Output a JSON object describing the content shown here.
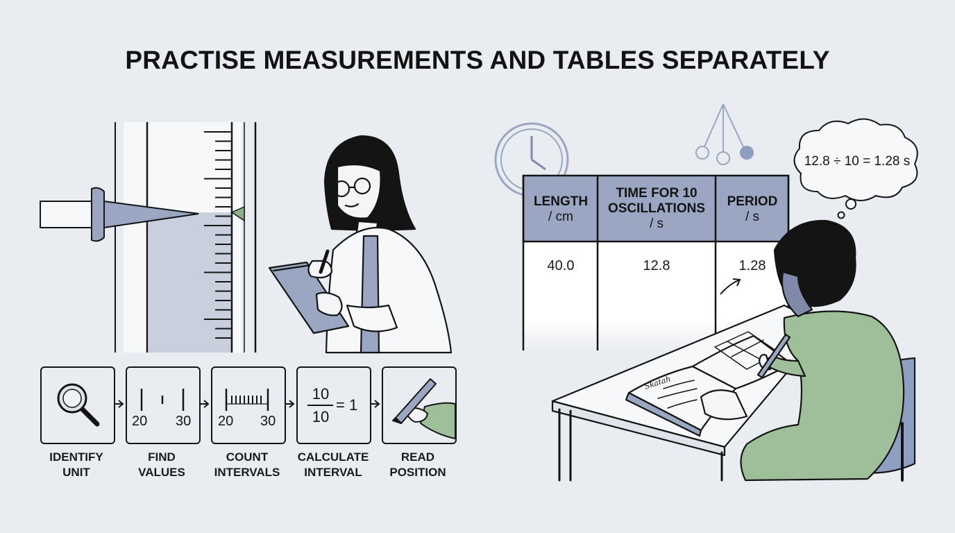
{
  "title": "PRACTISE MEASUREMENTS AND TABLES SEPARATELY",
  "steps": [
    {
      "line1": "IDENTIFY",
      "line2": "UNIT",
      "icon": "magnifier-icon"
    },
    {
      "line1": "FIND",
      "line2": "VALUES",
      "icon": "scale-values-icon",
      "tick_left": "20",
      "tick_right": "30"
    },
    {
      "line1": "COUNT",
      "line2": "INTERVALS",
      "icon": "scale-intervals-icon",
      "tick_left": "20",
      "tick_right": "30"
    },
    {
      "line1": "CALCULATE",
      "line2": "INTERVAL",
      "icon": "fraction-icon",
      "numerator": "10",
      "denominator": "10",
      "result": "= 1"
    },
    {
      "line1": "READ",
      "line2": "POSITION",
      "icon": "hand-pencil-icon"
    }
  ],
  "table": {
    "headers": [
      {
        "name": "LENGTH",
        "unit": "/ cm"
      },
      {
        "name": "TIME FOR 10 OSCILLATIONS",
        "line1": "TIME FOR 10",
        "line2": "OSCILLATIONS",
        "unit": "/ s"
      },
      {
        "name": "PERIOD",
        "unit": "/ s"
      }
    ],
    "row": [
      "40.0",
      "12.8",
      "1.28"
    ]
  },
  "thought_bubble": "12.8 ÷ 10 = 1.28 s",
  "notebook_writing": "Skatah",
  "colors": {
    "background": "#e9ecf0",
    "header_fill": "#9aa6c2",
    "liquid_fill": "#c9cfdc",
    "shirt_green": "#9fbe9a",
    "chair_blue": "#8f9fc2",
    "ink": "#141414"
  }
}
